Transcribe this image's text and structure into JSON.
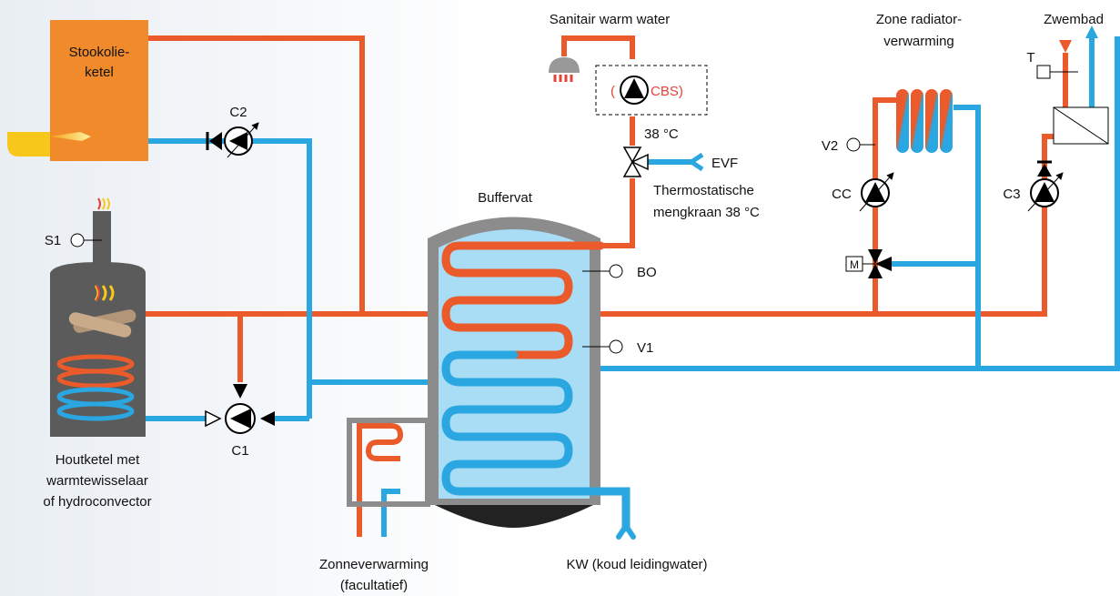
{
  "labels": {
    "stookolie_line1": "Stookolie-",
    "stookolie_line2": "ketel",
    "c2": "C2",
    "c1": "C1",
    "s1": "S1",
    "houtketel_line1": "Houtketel met",
    "houtketel_line2": "warmtewisselaar",
    "houtketel_line3": "of hydroconvector",
    "buffervat": "Buffervat",
    "bo": "BO",
    "v1": "V1",
    "sanitair": "Sanitair warm water",
    "cbs_open": "(",
    "cbs_text": "CBS)",
    "temp38": "38 °C",
    "evf": "EVF",
    "thermo_line1": "Thermostatische",
    "thermo_line2": "mengkraan 38 °C",
    "zone_line1": "Zone radiator-",
    "zone_line2": "verwarming",
    "v2": "V2",
    "cc": "CC",
    "m": "M",
    "zwembad": "Zwembad",
    "t": "T",
    "c3": "C3",
    "zonne_line1": "Zonneverwarming",
    "zonne_line2": "(facultatief)",
    "kw": "KW (koud leidingwater)"
  },
  "colors": {
    "hot": "#ea5a2a",
    "cold": "#2aa6e0",
    "boiler": "#f08a2a",
    "stove": "#5b5b5b",
    "tank_shell": "#8c8c8c",
    "tank_inner": "#a8ddf5",
    "red_text": "#e2433a"
  }
}
